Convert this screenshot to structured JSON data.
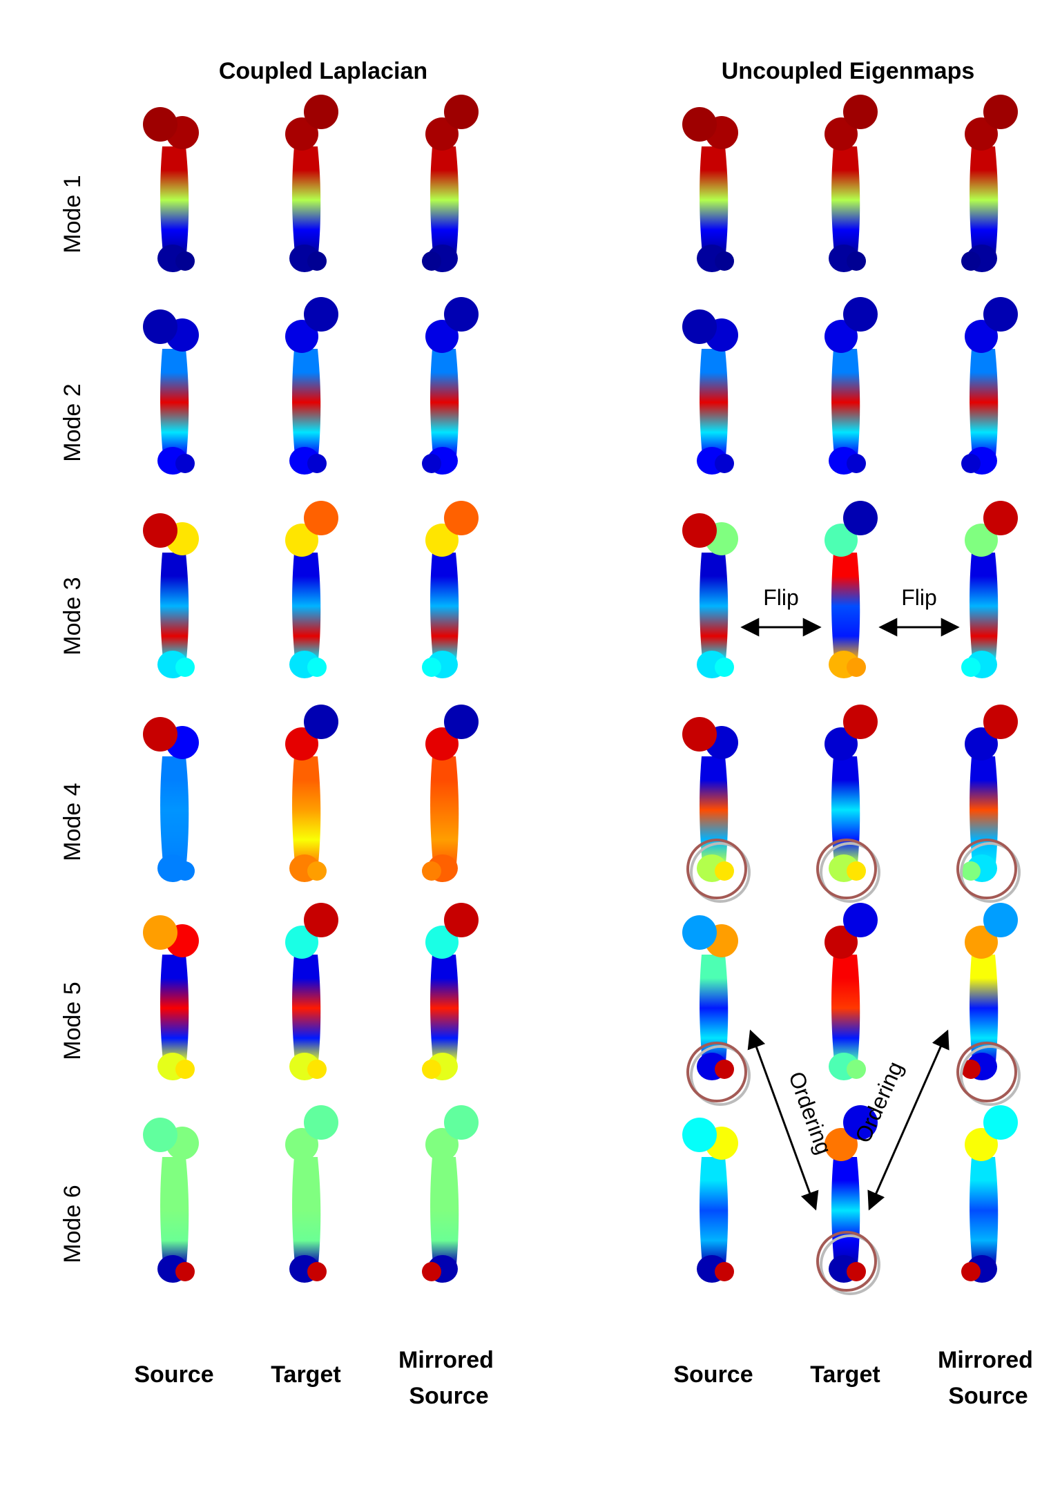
{
  "panels": {
    "left": {
      "title": "Coupled Laplacian"
    },
    "right": {
      "title": "Uncoupled Eigenmaps"
    }
  },
  "column_labels": {
    "source": "Source",
    "target": "Target",
    "mirrored_line1": "Mirrored",
    "mirrored_line2": "Source"
  },
  "row_labels": [
    "Mode 1",
    "Mode 2",
    "Mode 3",
    "Mode 4",
    "Mode 5",
    "Mode 6"
  ],
  "annotations": {
    "flip": "Flip",
    "ordering": "Ordering"
  },
  "colormap": [
    "#00007f",
    "#0000ff",
    "#00ffff",
    "#ffff00",
    "#ff0000",
    "#7f0000"
  ],
  "annotation_colors": {
    "highlight_circle": "#a45a55",
    "arrow": "#000000"
  },
  "bones": {
    "coupled": [
      [
        {
          "head": 0.97,
          "knob": 0.96,
          "upper": 0.93,
          "mid": 0.55,
          "lower": 0.12,
          "base": 0.03,
          "foot": 0.02
        },
        {
          "head": 0.97,
          "knob": 0.96,
          "upper": 0.93,
          "mid": 0.55,
          "lower": 0.12,
          "base": 0.03,
          "foot": 0.02
        },
        {
          "head": 0.97,
          "knob": 0.96,
          "upper": 0.93,
          "mid": 0.55,
          "lower": 0.12,
          "base": 0.03,
          "foot": 0.02
        }
      ],
      [
        {
          "head": 0.05,
          "knob": 0.08,
          "upper": 0.25,
          "mid": 0.9,
          "lower": 0.35,
          "base": 0.12,
          "foot": 0.08
        },
        {
          "head": 0.05,
          "knob": 0.1,
          "upper": 0.25,
          "mid": 0.9,
          "lower": 0.35,
          "base": 0.12,
          "foot": 0.08
        },
        {
          "head": 0.05,
          "knob": 0.1,
          "upper": 0.25,
          "mid": 0.9,
          "lower": 0.35,
          "base": 0.12,
          "foot": 0.08
        }
      ],
      [
        {
          "head": 0.93,
          "knob": 0.65,
          "upper": 0.08,
          "mid": 0.3,
          "lower": 0.9,
          "base": 0.35,
          "foot": 0.38
        },
        {
          "head": 0.78,
          "knob": 0.65,
          "upper": 0.1,
          "mid": 0.3,
          "lower": 0.9,
          "base": 0.35,
          "foot": 0.38
        },
        {
          "head": 0.78,
          "knob": 0.65,
          "upper": 0.1,
          "mid": 0.3,
          "lower": 0.9,
          "base": 0.35,
          "foot": 0.38
        }
      ],
      [
        {
          "head": 0.93,
          "knob": 0.12,
          "upper": 0.25,
          "mid": 0.27,
          "lower": 0.26,
          "base": 0.25,
          "foot": 0.25
        },
        {
          "head": 0.05,
          "knob": 0.9,
          "upper": 0.78,
          "mid": 0.72,
          "lower": 0.62,
          "base": 0.75,
          "foot": 0.72
        },
        {
          "head": 0.05,
          "knob": 0.9,
          "upper": 0.8,
          "mid": 0.76,
          "lower": 0.72,
          "base": 0.78,
          "foot": 0.75
        }
      ],
      [
        {
          "head": 0.72,
          "knob": 0.88,
          "upper": 0.1,
          "mid": 0.88,
          "lower": 0.15,
          "base": 0.6,
          "foot": 0.65
        },
        {
          "head": 0.93,
          "knob": 0.4,
          "upper": 0.1,
          "mid": 0.85,
          "lower": 0.15,
          "base": 0.6,
          "foot": 0.65
        },
        {
          "head": 0.93,
          "knob": 0.4,
          "upper": 0.1,
          "mid": 0.85,
          "lower": 0.15,
          "base": 0.6,
          "foot": 0.65
        }
      ],
      [
        {
          "head": 0.47,
          "knob": 0.5,
          "upper": 0.5,
          "mid": 0.5,
          "lower": 0.48,
          "base": 0.05,
          "foot": 0.93
        },
        {
          "head": 0.47,
          "knob": 0.5,
          "upper": 0.5,
          "mid": 0.5,
          "lower": 0.48,
          "base": 0.05,
          "foot": 0.93
        },
        {
          "head": 0.47,
          "knob": 0.5,
          "upper": 0.5,
          "mid": 0.5,
          "lower": 0.48,
          "base": 0.05,
          "foot": 0.93
        }
      ]
    ],
    "uncoupled": [
      [
        {
          "head": 0.97,
          "knob": 0.96,
          "upper": 0.93,
          "mid": 0.55,
          "lower": 0.12,
          "base": 0.03,
          "foot": 0.02
        },
        {
          "head": 0.97,
          "knob": 0.96,
          "upper": 0.93,
          "mid": 0.55,
          "lower": 0.12,
          "base": 0.03,
          "foot": 0.02
        },
        {
          "head": 0.97,
          "knob": 0.96,
          "upper": 0.93,
          "mid": 0.55,
          "lower": 0.12,
          "base": 0.03,
          "foot": 0.02
        }
      ],
      [
        {
          "head": 0.05,
          "knob": 0.08,
          "upper": 0.25,
          "mid": 0.9,
          "lower": 0.35,
          "base": 0.12,
          "foot": 0.08
        },
        {
          "head": 0.05,
          "knob": 0.1,
          "upper": 0.25,
          "mid": 0.9,
          "lower": 0.35,
          "base": 0.12,
          "foot": 0.08
        },
        {
          "head": 0.05,
          "knob": 0.1,
          "upper": 0.25,
          "mid": 0.9,
          "lower": 0.35,
          "base": 0.12,
          "foot": 0.08
        }
      ],
      [
        {
          "head": 0.93,
          "knob": 0.5,
          "upper": 0.08,
          "mid": 0.3,
          "lower": 0.9,
          "base": 0.35,
          "foot": 0.38
        },
        {
          "head": 0.05,
          "knob": 0.45,
          "upper": 0.88,
          "mid": 0.2,
          "lower": 0.15,
          "base": 0.7,
          "foot": 0.72
        },
        {
          "head": 0.93,
          "knob": 0.5,
          "upper": 0.1,
          "mid": 0.3,
          "lower": 0.9,
          "base": 0.35,
          "foot": 0.38
        }
      ],
      [
        {
          "head": 0.93,
          "knob": 0.08,
          "upper": 0.1,
          "mid": 0.8,
          "lower": 0.3,
          "base": 0.55,
          "foot": 0.65
        },
        {
          "head": 0.93,
          "knob": 0.08,
          "upper": 0.1,
          "mid": 0.35,
          "lower": 0.15,
          "base": 0.55,
          "foot": 0.65
        },
        {
          "head": 0.93,
          "knob": 0.08,
          "upper": 0.1,
          "mid": 0.8,
          "lower": 0.3,
          "base": 0.35,
          "foot": 0.5
        }
      ],
      [
        {
          "head": 0.28,
          "knob": 0.72,
          "upper": 0.45,
          "mid": 0.15,
          "lower": 0.35,
          "base": 0.1,
          "foot": 0.93
        },
        {
          "head": 0.1,
          "knob": 0.93,
          "upper": 0.88,
          "mid": 0.82,
          "lower": 0.15,
          "base": 0.45,
          "foot": 0.5
        },
        {
          "head": 0.28,
          "knob": 0.72,
          "upper": 0.62,
          "mid": 0.15,
          "lower": 0.35,
          "base": 0.1,
          "foot": 0.93
        }
      ],
      [
        {
          "head": 0.38,
          "knob": 0.62,
          "upper": 0.35,
          "mid": 0.2,
          "lower": 0.3,
          "base": 0.05,
          "foot": 0.93
        },
        {
          "head": 0.1,
          "knob": 0.76,
          "upper": 0.12,
          "mid": 0.35,
          "lower": 0.12,
          "base": 0.05,
          "foot": 0.93
        },
        {
          "head": 0.38,
          "knob": 0.62,
          "upper": 0.35,
          "mid": 0.2,
          "lower": 0.3,
          "base": 0.05,
          "foot": 0.93
        }
      ]
    ]
  }
}
